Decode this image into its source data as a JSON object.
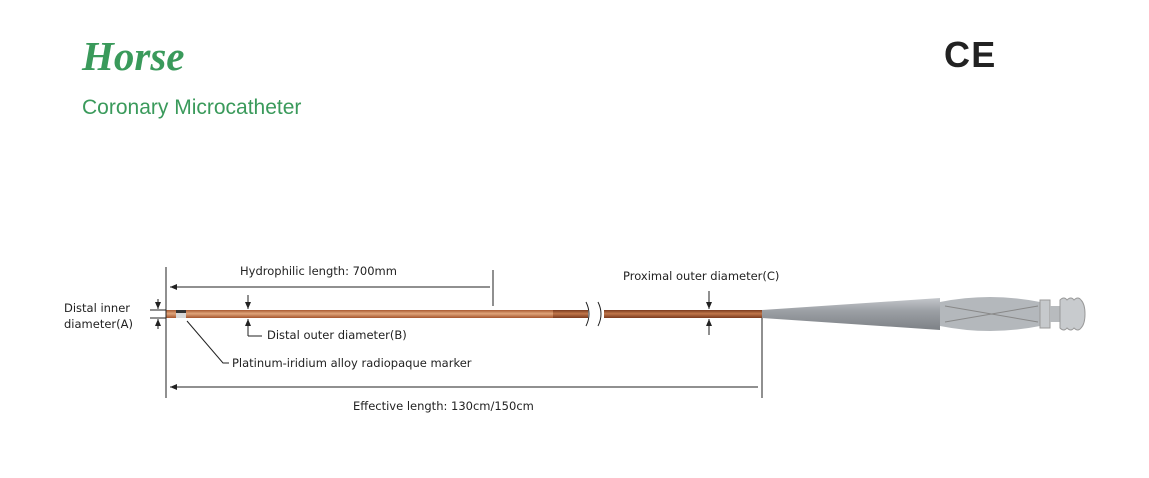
{
  "header": {
    "title": "Horse",
    "subtitle": "Coronary Microcatheter",
    "mark": "CE"
  },
  "labels": {
    "hydrophilic": "Hydrophilic length: 700mm",
    "distal_inner_1": "Distal inner",
    "distal_inner_2": "diameter(A)",
    "distal_outer": "Distal outer diameter(B)",
    "marker": "Platinum-iridium alloy radiopaque marker",
    "proximal": "Proximal outer diameter(C)",
    "effective": "Effective length: 130cm/150cm"
  },
  "colors": {
    "accent": "#3a9a5b",
    "shaft": "#c07a4a",
    "shaft_dark": "#8e4a2a",
    "hub": "#9a9ea3"
  }
}
